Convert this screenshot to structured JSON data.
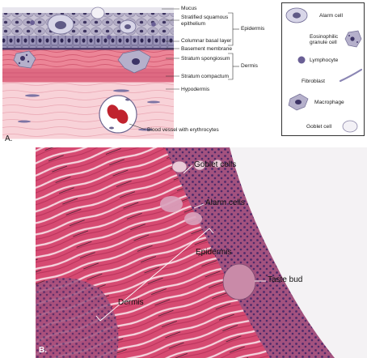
{
  "panel_a": {
    "letter": "A.",
    "labels": {
      "mucus": "Mucus",
      "stratified_1": "Stratified squamous",
      "stratified_2": "epithelium",
      "columnar": "Columnar basal layer",
      "epidermis": "Epidermis",
      "basement": "Basement membrane",
      "spongiosum": "Stratum spongiosum",
      "dermis": "Dermis",
      "compactum": "Stratum compactum",
      "hypodermis": "Hypodermis",
      "blood_vessel": "Blood vessel with erythrocytes"
    },
    "legend": {
      "alarm_cell": "Alarm cell",
      "eosinophilic_1": "Eosinophilic",
      "eosinophilic_2": "granule cell",
      "lymphocyte": "Lymphocyte",
      "fibroblast": "Fibroblast",
      "macrophage": "Macrophage",
      "goblet_cell": "Goblet cell"
    }
  },
  "panel_b": {
    "letter": "B.",
    "labels": {
      "goblet_cells": "Goblet cells",
      "alarm_cells": "Alarm cells",
      "epidermis": "Epidermis",
      "taste_bud": "Taste bud",
      "dermis": "Dermis"
    }
  },
  "colors": {
    "epidermis_cell": "#b9b4c8",
    "dermis_pink": "#e97a8c",
    "hypodermis_pink": "#f6c6cf",
    "histology_stain": "#d94f7a",
    "nuclei_purple": "#5a3b78"
  }
}
